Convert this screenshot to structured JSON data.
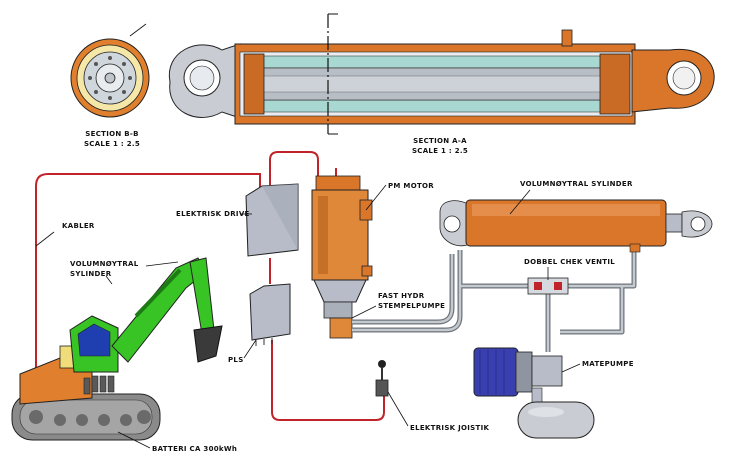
{
  "colors": {
    "cylinder": "#d9762a",
    "cylinder_dark": "#a9521a",
    "rod_blue": "#8fb3c9",
    "excavator_green": "#38c424",
    "excavator_track": "#7a7a7a",
    "cable_red": "#c0242a",
    "hydraulic_pipe": "#9aa0a6",
    "motor_blue": "#3a3fb0",
    "drive_box": "#b7bcc8"
  },
  "labels": {
    "section_bb_title": "SECTION B-B",
    "section_bb_scale": "SCALE 1 : 2.5",
    "section_aa_title": "SECTION A-A",
    "section_aa_scale": "SCALE 1 : 2.5",
    "kabler": "KABLER",
    "elektrisk_drive": "ELEKTRISK DRIVE",
    "pm_motor": "PM MOTOR",
    "volumnoytral_sylinder_right": "VOLUMNØYTRAL SYLINDER",
    "volumnoytral_sylinder_left_1": "VOLUMNØYTRAL",
    "volumnoytral_sylinder_left_2": "SYLINDER",
    "dobbel_chek_ventil": "DOBBEL CHEK VENTIL",
    "fast_hydr_1": "FAST HYDR",
    "fast_hydr_2": "STEMPELPUMPE",
    "pls": "PLS",
    "matepumpe": "MATEPUMPE",
    "elektrisk_joistik": "ELEKTRISK JOISTIK",
    "batteri": "BATTERI CA 300kWh"
  }
}
